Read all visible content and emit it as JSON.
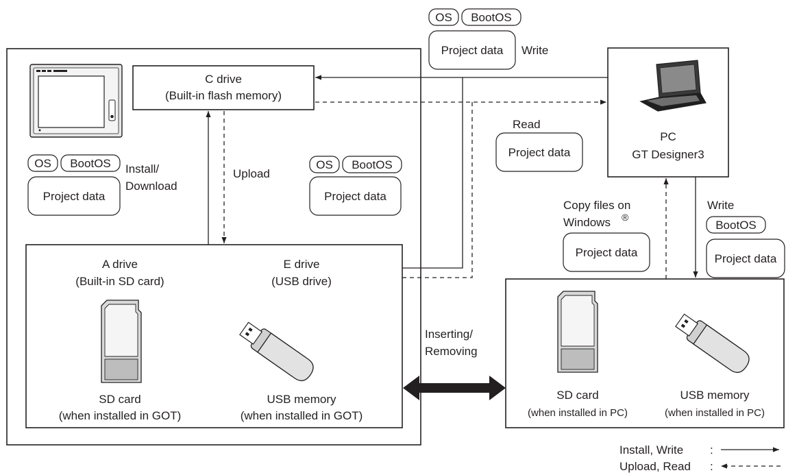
{
  "got_block": {
    "c_drive": {
      "title": "C drive",
      "subtitle": "(Built-in flash memory)"
    },
    "install_tags": {
      "os": "OS",
      "bootos": "BootOS",
      "project": "Project data"
    },
    "install_label": [
      "Install/",
      "Download"
    ],
    "upload_label": "Upload",
    "mid_tags": {
      "os": "OS",
      "bootos": "BootOS",
      "project": "Project data"
    },
    "a_drive": {
      "title": "A drive",
      "subtitle": "(Built-in SD card)"
    },
    "e_drive": {
      "title": "E drive",
      "subtitle": "(USB drive)"
    },
    "sd_card": {
      "title": "SD card",
      "subtitle": "(when installed in GOT)"
    },
    "usb_memory": {
      "title": "USB memory",
      "subtitle": "(when installed in GOT)"
    }
  },
  "top_write": {
    "os": "OS",
    "bootos": "BootOS",
    "project": "Project data",
    "label": "Write"
  },
  "read": {
    "label": "Read",
    "project": "Project data"
  },
  "pc": {
    "title": "PC",
    "subtitle": "GT Designer3"
  },
  "copy_files": {
    "line1": "Copy files on",
    "line2": "Windows",
    "reg": "®",
    "project": "Project data"
  },
  "write_right": {
    "label": "Write",
    "bootos": "BootOS",
    "project": "Project data"
  },
  "inserting": [
    "Inserting/",
    "Removing"
  ],
  "pc_media": {
    "sd_card": {
      "title": "SD card",
      "subtitle": "(when installed in PC)"
    },
    "usb_memory": {
      "title": "USB memory",
      "subtitle": "(when installed in PC)"
    }
  },
  "legend": {
    "install_write": "Install, Write",
    "upload_read": "Upload, Read",
    "sep": ":"
  },
  "colors": {
    "line": "#231f20",
    "background": "#ffffff"
  }
}
